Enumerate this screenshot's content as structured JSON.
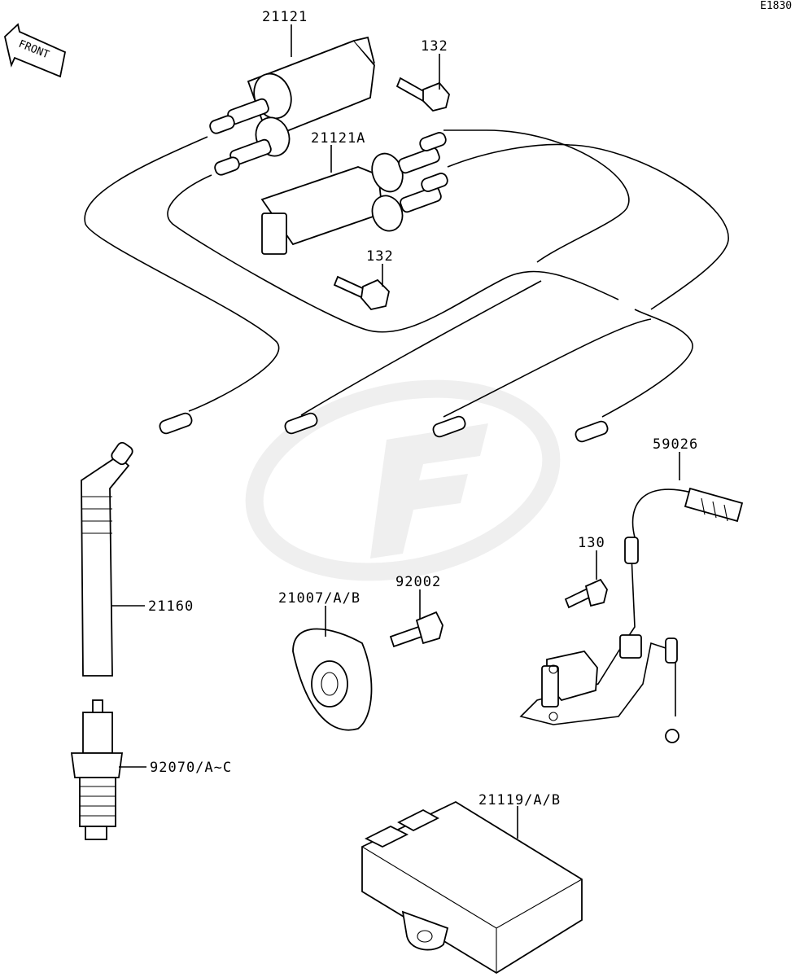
{
  "diagram": {
    "code": "E1830",
    "front_label": "FRONT",
    "callouts": {
      "coil_front": "21121",
      "coil_rear": "21121A",
      "bolt_front": "132",
      "bolt_rear": "132",
      "plug_cap": "21160",
      "spark_plug": "92070/A~C",
      "rotor_plate": "21007/A/B",
      "rotor_bolt": "92002",
      "pickup_bolt": "130",
      "harness": "59026",
      "igniter": "21119/A/B"
    }
  },
  "watermark_icon": "f-logo-watermark"
}
